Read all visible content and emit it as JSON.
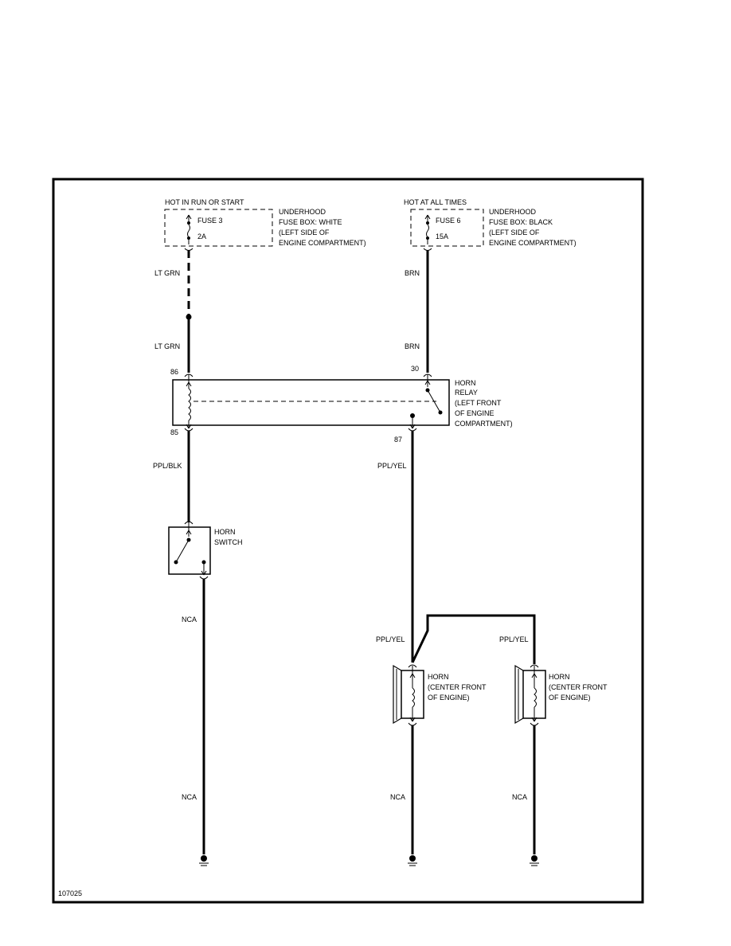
{
  "fuse_left": {
    "supply": "HOT IN RUN OR START",
    "name": "FUSE 3",
    "rating": "2A",
    "location_lines": [
      "UNDERHOOD",
      "FUSE BOX: WHITE",
      "(LEFT SIDE OF",
      "ENGINE COMPARTMENT)"
    ]
  },
  "fuse_right": {
    "supply": "HOT AT ALL TIMES",
    "name": "FUSE 6",
    "rating": "15A",
    "location_lines": [
      "UNDERHOOD",
      "FUSE BOX: BLACK",
      "(LEFT SIDE OF",
      "ENGINE COMPARTMENT)"
    ]
  },
  "wires": {
    "lt_grn_upper": "LT GRN",
    "lt_grn_lower": "LT GRN",
    "brn_upper": "BRN",
    "brn_lower": "BRN",
    "ppl_blk": "PPL/BLK",
    "ppl_yel_87": "PPL/YEL",
    "ppl_yel_horn1": "PPL/YEL",
    "ppl_yel_horn2": "PPL/YEL",
    "nca_switch": "NCA",
    "nca_ground_left": "NCA",
    "nca_ground_mid": "NCA",
    "nca_ground_right": "NCA"
  },
  "relay": {
    "pin86": "86",
    "pin85": "85",
    "pin30": "30",
    "pin87": "87",
    "label_lines": [
      "HORN",
      "RELAY",
      "(LEFT FRONT",
      "OF ENGINE",
      "COMPARTMENT)"
    ]
  },
  "horn_switch": {
    "label_lines": [
      "HORN",
      "SWITCH"
    ]
  },
  "horn1": {
    "label_lines": [
      "HORN",
      "(CENTER FRONT",
      "OF ENGINE)"
    ]
  },
  "horn2": {
    "label_lines": [
      "HORN",
      "(CENTER FRONT",
      "OF ENGINE)"
    ]
  },
  "diagram_id": "107025"
}
